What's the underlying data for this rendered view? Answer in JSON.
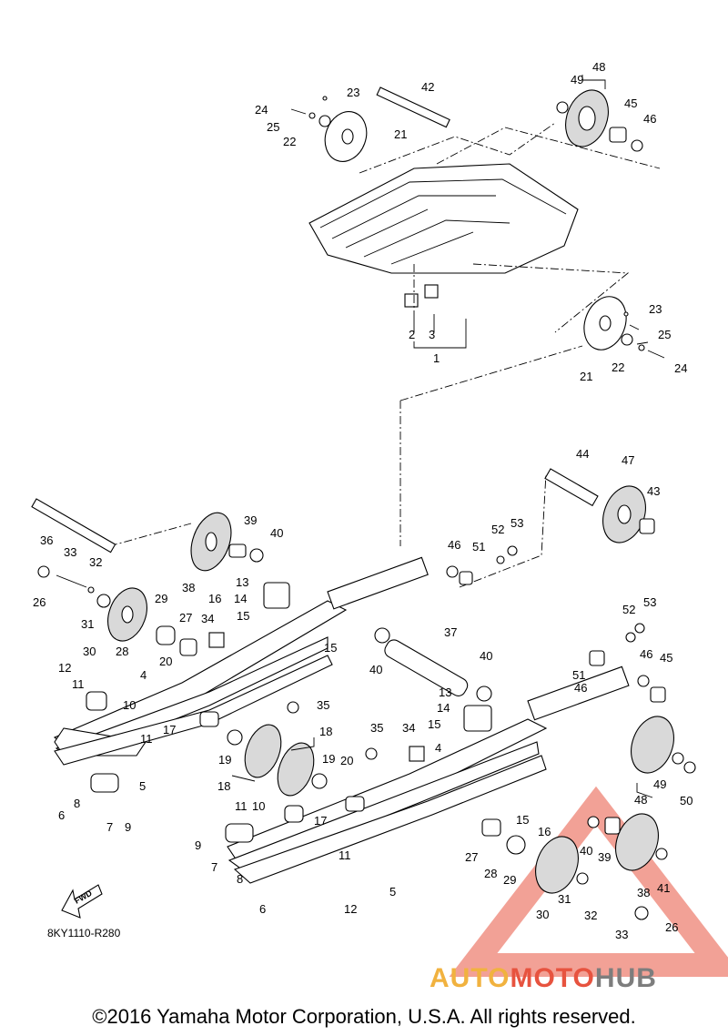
{
  "diagram_code": "8KY1110-R280",
  "copyright": "©2016 Yamaha Motor Corporation, U.S.A. All rights reserved.",
  "fwd_label": "FWD",
  "watermark": {
    "part1": "AUTO",
    "part2": "MOTO",
    "part3": "HUB"
  },
  "colors": {
    "watermark_red": "#e7533f",
    "watermark_orange": "#f1b23f",
    "watermark_gray": "#7d7d7d"
  },
  "callouts": [
    "1",
    "2",
    "3",
    "21",
    "22",
    "23",
    "24",
    "25",
    "42",
    "48",
    "49",
    "45",
    "46",
    "36",
    "33",
    "32",
    "26",
    "31",
    "30",
    "28",
    "29",
    "27",
    "20",
    "38",
    "39",
    "40",
    "16",
    "34",
    "13",
    "14",
    "15",
    "12",
    "11",
    "10",
    "4",
    "17",
    "5",
    "6",
    "7",
    "8",
    "9",
    "19",
    "18",
    "35",
    "37",
    "44",
    "47",
    "43",
    "52",
    "53",
    "51",
    "50",
    "41"
  ]
}
